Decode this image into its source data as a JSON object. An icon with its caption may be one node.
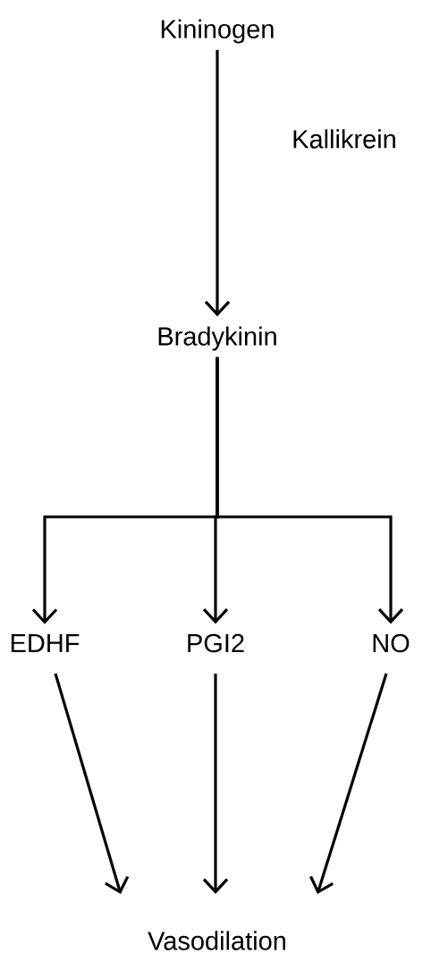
{
  "diagram": {
    "nodes": [
      {
        "text": [
          "Kininogen"
        ]
      },
      {
        "text": [
          "Bradykinin"
        ]
      },
      {
        "text": [
          "EDHF"
        ]
      },
      {
        "text": [
          "PGI2"
        ]
      },
      {
        "text": [
          "NO"
        ]
      },
      {
        "text": [
          "Vasodilation"
        ]
      }
    ],
    "edges": [
      {
        "from": 0,
        "to": 1,
        "arrow": "to",
        "label": "Kallikrein"
      },
      {
        "from": 1,
        "to": 2,
        "arrow": "to"
      },
      {
        "from": 1,
        "to": 3,
        "arrow": "to"
      },
      {
        "from": 1,
        "to": 4,
        "arrow": "to"
      },
      {
        "from": 2,
        "to": 5,
        "arrow": "to"
      },
      {
        "from": 3,
        "to": 5,
        "arrow": "to"
      },
      {
        "from": 4,
        "to": 5,
        "arrow": "to"
      }
    ]
  }
}
